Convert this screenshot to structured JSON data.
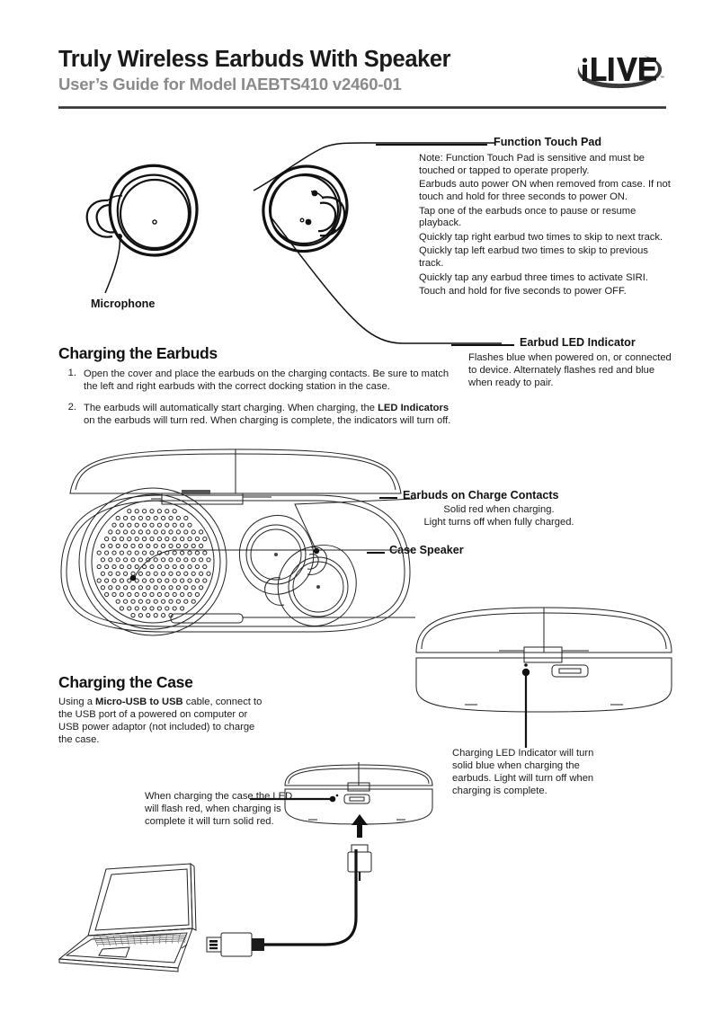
{
  "document": {
    "title": "Truly Wireless Earbuds With Speaker",
    "subtitle": "User’s Guide for Model IAEBTS410 v2460-01",
    "brand_logo": "ilive-logo"
  },
  "function_touch_pad": {
    "title": "Function Touch Pad",
    "lines": [
      "Note: Function Touch Pad is sensitive and must be touched or tapped to operate properly.",
      "Earbuds auto power ON when removed from case. If not touch and hold for three seconds to power ON.",
      "Tap one of the earbuds once to pause or resume playback.",
      "Quickly tap right earbud two times to skip to next track.",
      "Quickly tap left earbud two times to skip to previous track.",
      "Quickly tap any earbud three times to activate SIRI.",
      "Touch and hold for five seconds to power OFF."
    ]
  },
  "earbud_led_indicator": {
    "title": "Earbud LED Indicator",
    "body": "Flashes blue when powered on, or connected to device. Alternately flashes red and blue when ready to pair."
  },
  "microphone_label": "Microphone",
  "charging_the_earbuds": {
    "heading": "Charging the Earbuds",
    "steps": [
      {
        "number": "1.",
        "text_before": "Open the cover and place the earbuds on the charging contacts. Be sure to match the left and right earbuds with the correct docking station in the case.",
        "bold": "",
        "text_after": ""
      },
      {
        "number": "2.",
        "text_before": "The earbuds will automatically start charging. When charging, the ",
        "bold": "LED Indicators",
        "text_after": " on the earbuds will turn red. When charging is complete, the indicators will turn off."
      }
    ]
  },
  "earbuds_on_charge_contacts": {
    "title": "Earbuds on Charge Contacts",
    "line1": "Solid red when charging.",
    "line2": "Light turns off when fully charged."
  },
  "case_speaker_label": "Case Speaker",
  "charging_the_case": {
    "heading": "Charging the Case",
    "text_before": "Using a ",
    "bold": "Micro-USB to USB",
    "text_after": " cable, connect to the USB port of a powered on computer or USB power adaptor (not included) to charge the case."
  },
  "case_led_note": "Charging LED Indicator will turn solid blue when charging the earbuds. Light will turn off when charging is complete.",
  "case_flash_note": "When charging the case the LED will flash red, when charging is complete it will turn solid red.",
  "colors": {
    "ink": "#1a1a1a",
    "subtitle_gray": "#8a8a8a",
    "rule": "#3a3a3a",
    "line_art": "#111111"
  }
}
